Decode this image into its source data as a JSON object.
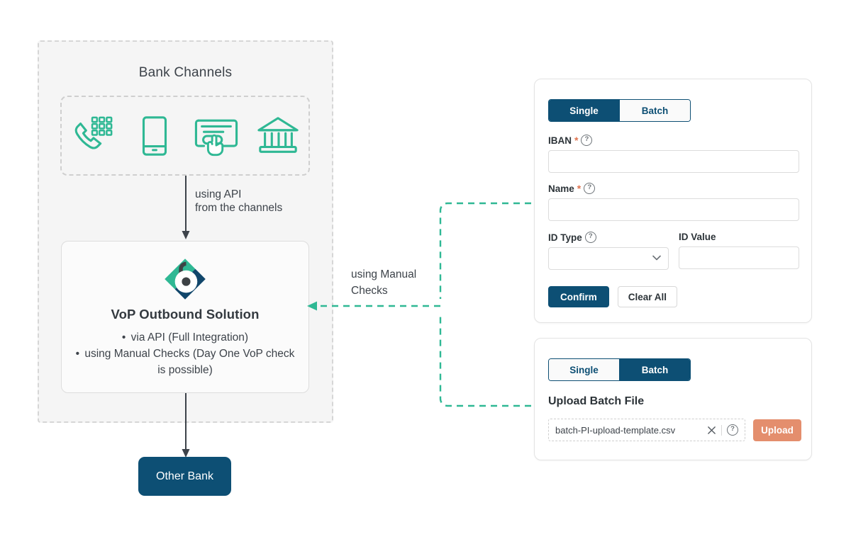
{
  "colors": {
    "navy": "#0d4f74",
    "teal": "#2fb894",
    "orange": "#e48e6d",
    "panel_bg": "#f5f5f5",
    "dash_gray": "#d6d6d6",
    "text": "#3d434a"
  },
  "left_panel": {
    "title": "Bank Channels",
    "channel_icons": [
      {
        "name": "telephone-keypad-icon",
        "label": "Phone banking"
      },
      {
        "name": "mobile-phone-icon",
        "label": "Mobile banking"
      },
      {
        "name": "online-banking-click-icon",
        "label": "Online banking"
      },
      {
        "name": "bank-building-icon",
        "label": "Branch"
      }
    ],
    "api_arrow_label": "using API\nfrom the channels",
    "vop_card": {
      "logo_icon": "vop-diamond-b-logo",
      "title": "VoP Outbound Solution",
      "bullets": [
        "via API (Full Integration)",
        "using Manual Checks (Day One VoP check is possible)"
      ]
    },
    "other_bank_label": "Other Bank"
  },
  "connector": {
    "manual_label": "using Manual\nChecks",
    "style": "dashed",
    "color": "#2fb894",
    "direction": "right-to-left-into-vop"
  },
  "single_card": {
    "tabs": [
      {
        "label": "Single",
        "active": true
      },
      {
        "label": "Batch",
        "active": false
      }
    ],
    "fields": {
      "iban": {
        "label": "IBAN",
        "required_mark": "*",
        "help_icon": "question-mark-icon",
        "value": "",
        "placeholder": ""
      },
      "name": {
        "label": "Name",
        "required_mark": "*",
        "help_icon": "question-mark-icon",
        "value": "",
        "placeholder": ""
      },
      "id_type": {
        "label": "ID Type",
        "help_icon": "question-mark-icon",
        "value": "",
        "placeholder": "",
        "chevron": "chevron-down-icon",
        "options": []
      },
      "id_value": {
        "label": "ID Value",
        "value": "",
        "placeholder": ""
      }
    },
    "buttons": {
      "confirm": "Confirm",
      "clear_all": "Clear All"
    }
  },
  "batch_card": {
    "tabs": [
      {
        "label": "Single",
        "active": false
      },
      {
        "label": "Batch",
        "active": true
      }
    ],
    "section_title": "Upload Batch File",
    "file": {
      "name": "batch-PI-upload-template.csv",
      "clear_icon": "close-x-icon",
      "help_icon": "question-mark-icon"
    },
    "upload_button": "Upload"
  }
}
